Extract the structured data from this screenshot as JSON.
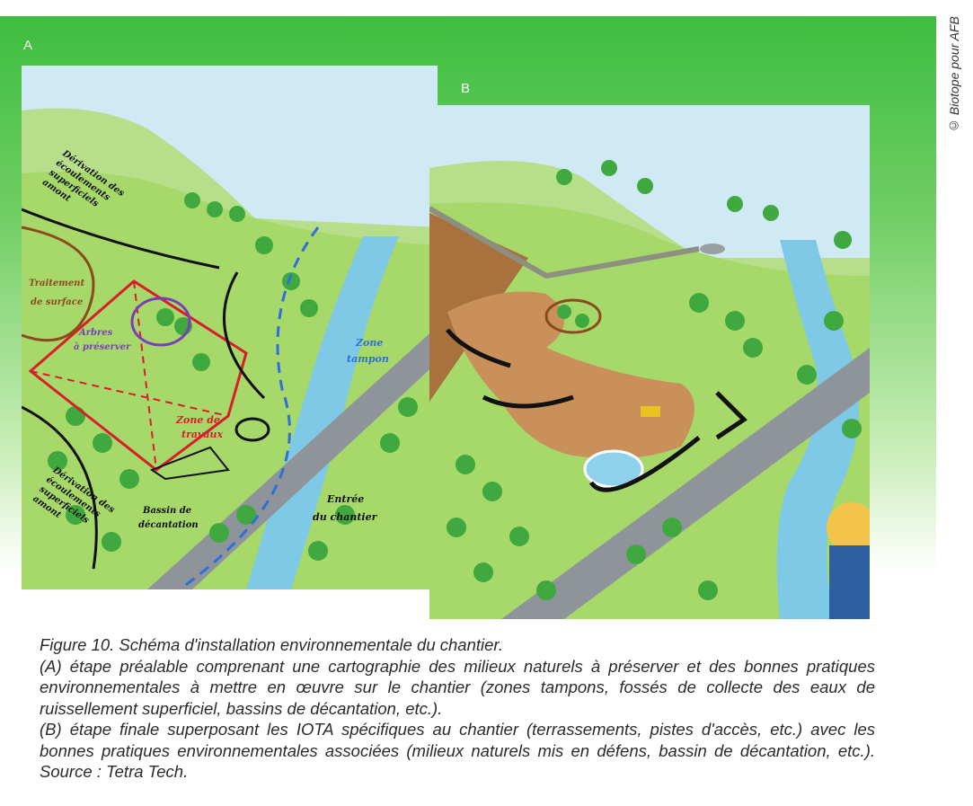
{
  "credit": "© Biotope pour AFB",
  "panels": {
    "a_letter": "A",
    "b_letter": "B"
  },
  "labels_a": {
    "derivation_top": [
      "Dérivation des",
      "écoulements",
      "superficiels",
      "amont"
    ],
    "traitement": [
      "Traitement",
      "de surface"
    ],
    "arbres": [
      "Arbres",
      "à préserver"
    ],
    "zone_tampon": [
      "Zone",
      "tampon"
    ],
    "zone_travaux": [
      "Zone de",
      "travaux"
    ],
    "entree": [
      "Entrée",
      "du chantier"
    ],
    "bassin": [
      "Bassin de",
      "décantation"
    ],
    "derivation_bottom": [
      "Dérivation des",
      "écoulements",
      "superficiels",
      "amont"
    ]
  },
  "caption": {
    "line1": "Figure 10. Schéma d'installation environnementale du chantier.",
    "line2": "(A) étape préalable comprenant une cartographie des milieux naturels à préserver et des bonnes pratiques environnementales à mettre en œuvre sur le chantier (zones tampons, fossés de collecte des eaux de ruissellement superficiel, bassins de décantation, etc.).",
    "line3": "(B) étape finale superposant les IOTA spécifiques au chantier (terrassements, pistes d'accès, etc.) avec les bonnes pratiques environnementales associées (milieux naturels mis en défens, bassin de décantation, etc.). Source : Tetra Tech."
  },
  "colors": {
    "banner_green": "#3dbd3f",
    "grass": "#a6d86a",
    "tree": "#3fa83f",
    "water": "#7ec9e6",
    "road": "#8f949a",
    "earth": "#c9905a",
    "sky": "#cfeaf5"
  }
}
